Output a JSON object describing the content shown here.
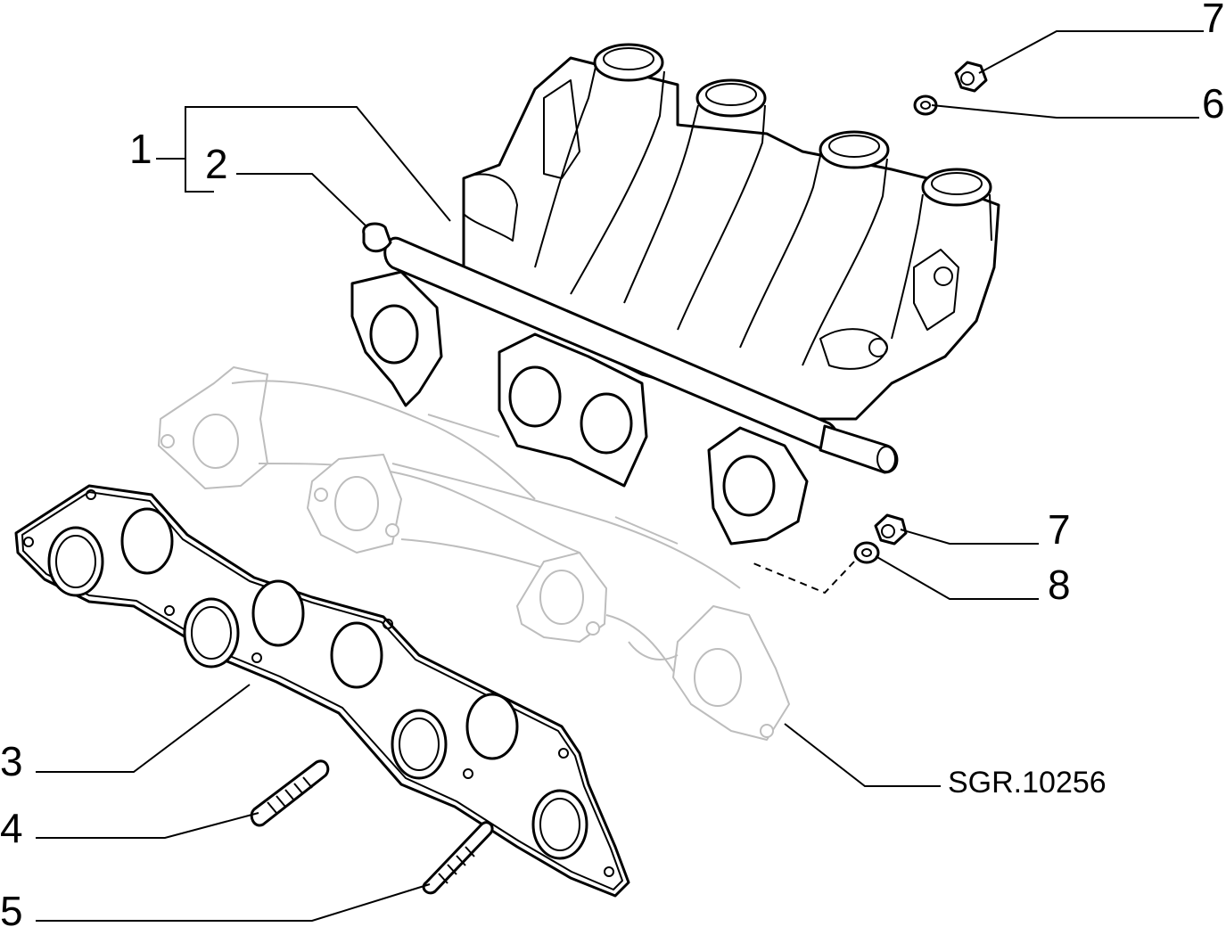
{
  "diagram": {
    "reference_code": "SGR.10256",
    "callouts": [
      {
        "id": "c1",
        "label": "1"
      },
      {
        "id": "c2",
        "label": "2"
      },
      {
        "id": "c3",
        "label": "3"
      },
      {
        "id": "c4",
        "label": "4"
      },
      {
        "id": "c5",
        "label": "5"
      },
      {
        "id": "c6",
        "label": "6"
      },
      {
        "id": "c7a",
        "label": "7"
      },
      {
        "id": "c7b",
        "label": "7"
      },
      {
        "id": "c8",
        "label": "8"
      }
    ]
  }
}
